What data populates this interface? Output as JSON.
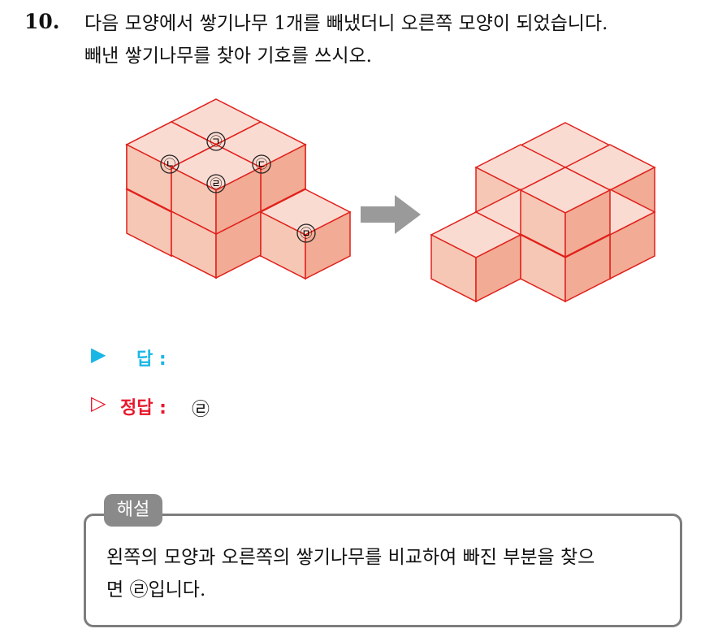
{
  "question": {
    "number": "10.",
    "line1": "다음 모양에서 쌓기나무 1개를 빼냈더니 오른쪽 모양이 되었습니다.",
    "line2": "빼낸 쌓기나무를 찾아 기호를 쓰시오."
  },
  "figure": {
    "labels": [
      "㉠",
      "㉡",
      "㉢",
      "㉣",
      "㉤"
    ],
    "arrow_icon": "right-arrow-icon",
    "cube_face_colors": {
      "top": "#fadbd2",
      "left": "#f6c7b5",
      "right": "#f2ab94",
      "edge": "#e0201b"
    }
  },
  "answer": {
    "marker": "▶",
    "label": "답 :"
  },
  "correct": {
    "marker": "▷",
    "label": "정답 :",
    "value": "㉣"
  },
  "explanation": {
    "tab": "해설",
    "line1": "왼쪽의 모양과 오른쪽의 쌓기나무를 비교하여 빠진 부분을 찾으",
    "line2": "면 ㉣입니다."
  }
}
